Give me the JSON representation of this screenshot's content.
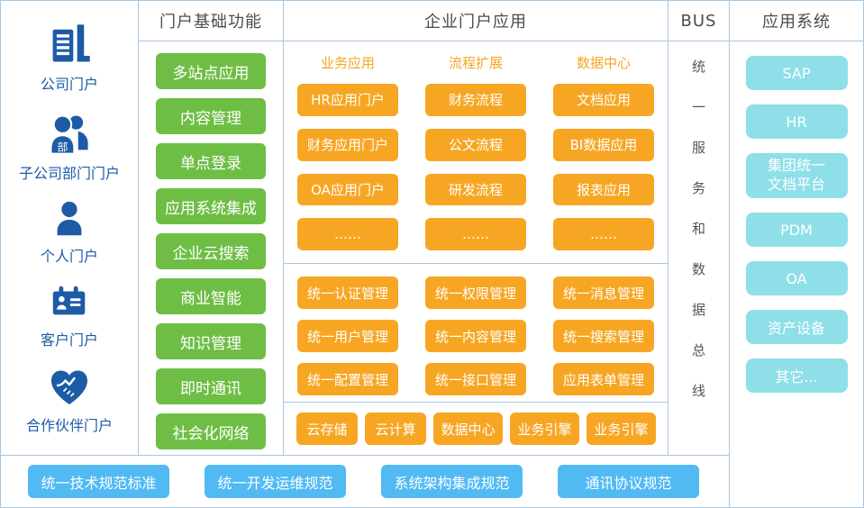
{
  "palette": {
    "green": "#6ebe45",
    "orange": "#f7a623",
    "teal": "#8edfe8",
    "blue": "#51baf3",
    "navy": "#1d5ba6",
    "border": "#a9c6e2"
  },
  "audiences": {
    "items": [
      {
        "label": "公司门户",
        "icon": "company-building-icon"
      },
      {
        "label": "子公司部门门户",
        "icon": "department-users-icon",
        "badge": "部"
      },
      {
        "label": "个人门户",
        "icon": "person-icon"
      },
      {
        "label": "客户门户",
        "icon": "customer-card-icon"
      },
      {
        "label": "合作伙伴门户",
        "icon": "partner-handshake-icon"
      }
    ]
  },
  "portal_functions": {
    "header": "门户基础功能",
    "items": [
      "多站点应用",
      "内容管理",
      "单点登录",
      "应用系统集成",
      "企业云搜索",
      "商业智能",
      "知识管理",
      "即时通讯",
      "社会化网络"
    ]
  },
  "portal_apps": {
    "header": "企业门户应用",
    "groups": [
      {
        "title": "业务应用",
        "items": [
          "HR应用门户",
          "财务应用门户",
          "OA应用门户",
          "……"
        ]
      },
      {
        "title": "流程扩展",
        "items": [
          "财务流程",
          "公文流程",
          "研发流程",
          "……"
        ]
      },
      {
        "title": "数据中心",
        "items": [
          "文档应用",
          "BI数据应用",
          "报表应用",
          "……"
        ]
      }
    ],
    "unified_services": [
      [
        "统一认证管理",
        "统一权限管理",
        "统一消息管理"
      ],
      [
        "统一用户管理",
        "统一内容管理",
        "统一搜索管理"
      ],
      [
        "统一配置管理",
        "统一接口管理",
        "应用表单管理"
      ]
    ],
    "infrastructure": [
      "云存储",
      "云计算",
      "数据中心",
      "业务引擎",
      "业务引擎"
    ]
  },
  "bus": {
    "header": "BUS",
    "label": "统一服务和数据总线",
    "chars": [
      "统",
      "一",
      "服",
      "务",
      "和",
      "数",
      "据",
      "总",
      "线"
    ]
  },
  "app_systems": {
    "header": "应用系统",
    "items": [
      "SAP",
      "HR",
      "集团统一文档平台",
      "PDM",
      "OA",
      "资产设备",
      "其它..."
    ]
  },
  "standards": {
    "items": [
      "统一技术规范标准",
      "统一开发运维规范",
      "系统架构集成规范",
      "通讯协议规范"
    ]
  }
}
